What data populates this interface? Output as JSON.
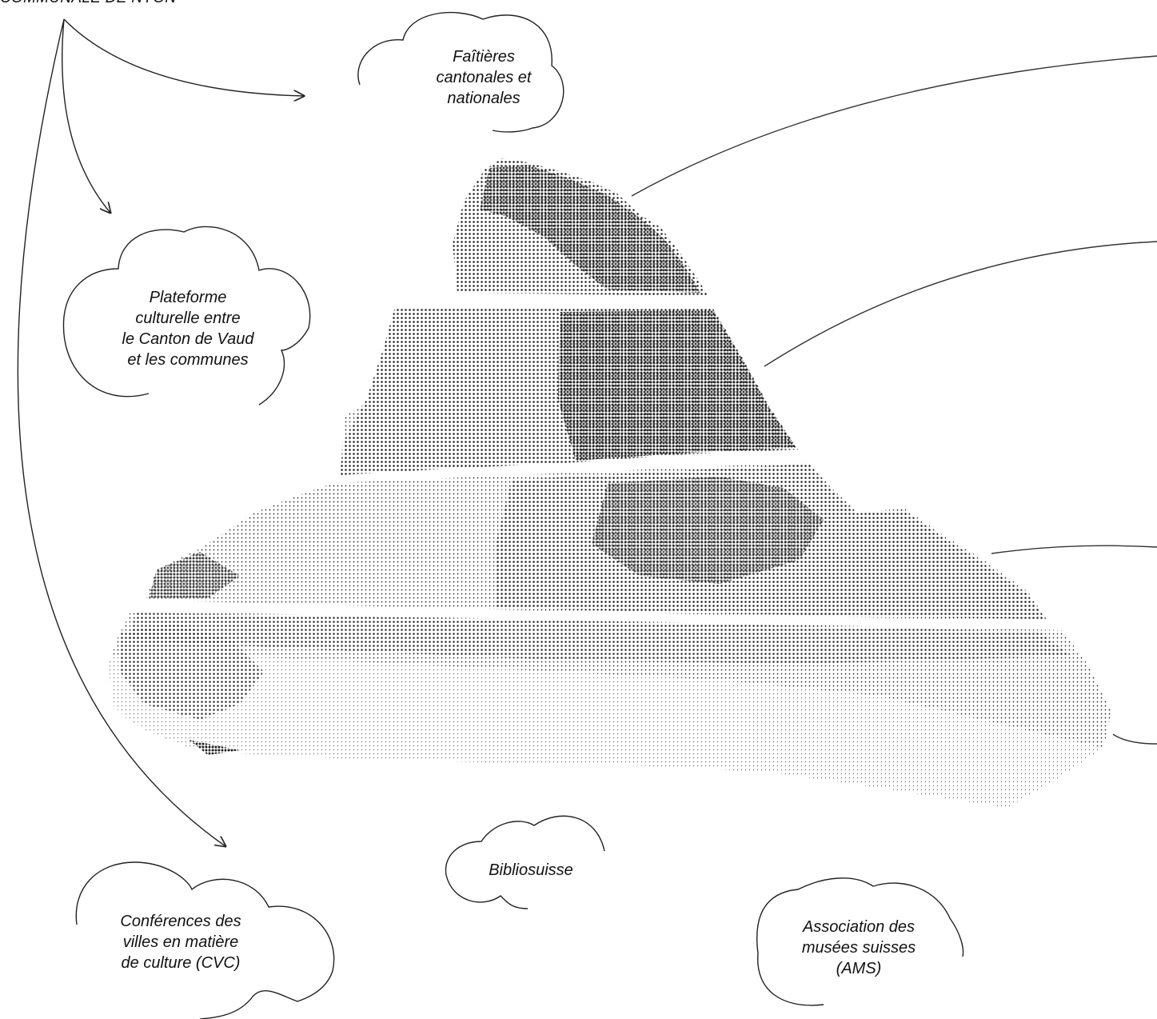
{
  "header": {
    "text": "COMMUNALE DE NYON"
  },
  "clouds": {
    "faitieres": {
      "lines": [
        "Faîtières",
        "cantonales et",
        "nationales"
      ]
    },
    "plateforme": {
      "lines": [
        "Plateforme",
        "culturelle entre",
        "le Canton de Vaud",
        "et les communes"
      ]
    },
    "bibliosuisse": {
      "lines": [
        "Bibliosuisse"
      ]
    },
    "cvc": {
      "lines": [
        "Conférences des",
        "villes en matière",
        "de culture (CVC)"
      ]
    },
    "ams": {
      "lines": [
        "Association des",
        "musées suisses",
        "(AMS)"
      ]
    }
  },
  "colors": {
    "ink": "#222222",
    "dots": "#1a1a1a",
    "background": "#ffffff"
  }
}
